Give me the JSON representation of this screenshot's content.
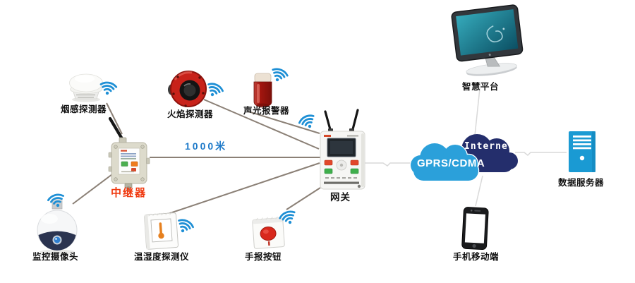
{
  "devices": {
    "smoke_detector": {
      "label": "烟感探测器"
    },
    "flame_detector": {
      "label": "火焰探测器"
    },
    "sound_light_alarm": {
      "label": "声光报警器"
    },
    "repeater": {
      "label": "中继器",
      "label_color": "#f0390f"
    },
    "camera": {
      "label": "监控摄像头"
    },
    "temp_humidity_sensor": {
      "label": "温湿度探测仪"
    },
    "manual_alarm_button": {
      "label": "手报按钮"
    },
    "gateway": {
      "label": "网关"
    },
    "smart_platform": {
      "label": "智慧平台"
    },
    "data_server": {
      "label": "数据服务器",
      "color": "#1a9ad3"
    },
    "mobile_phone": {
      "label": "手机移动端"
    }
  },
  "networks": {
    "gprs_cloud": {
      "label": "GPRS/CDMA",
      "color": "#2ba0da"
    },
    "internet_cloud": {
      "label": "Internet",
      "color": "#242e6c"
    }
  },
  "annotations": {
    "link_distance": {
      "label": "1000米",
      "color": "#1e7ac9"
    }
  },
  "colors": {
    "wifi_icon": "#1e8fd5",
    "device_link_line": "#8b8076",
    "network_link_line": "#d9d9d9"
  }
}
